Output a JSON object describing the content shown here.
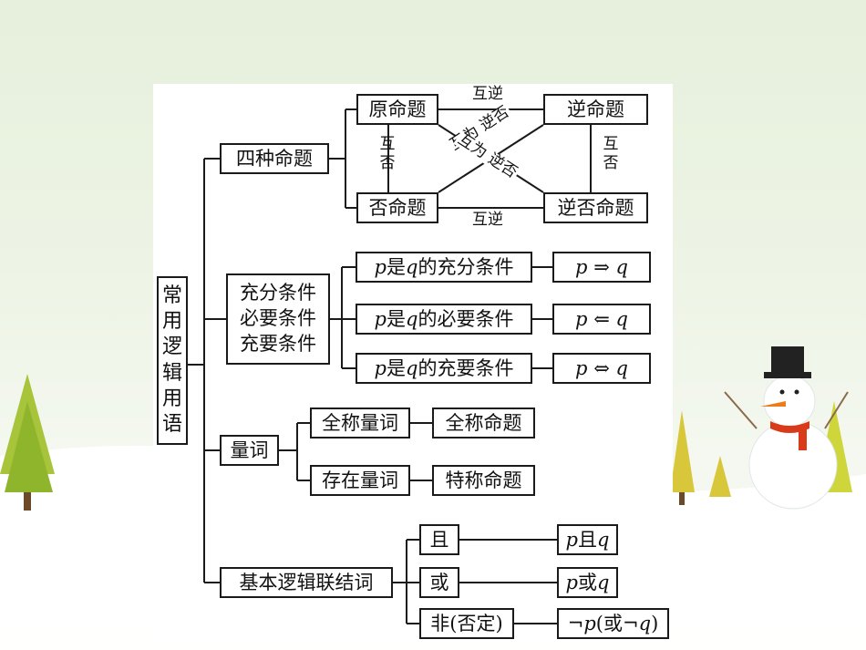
{
  "root": {
    "chars": [
      "常",
      "用",
      "逻",
      "辑",
      "用",
      "语"
    ]
  },
  "propositions": {
    "label": "四种命题",
    "original": "原命题",
    "converse": "逆命题",
    "inverse": "否命题",
    "contrapositive": "逆否命题",
    "top_relation": "互逆",
    "bottom_relation": "互逆",
    "left_relation": [
      "互",
      "否"
    ],
    "right_relation": [
      "互",
      "否"
    ],
    "diag1": "互为 逆否",
    "diag2": "互为 逆否"
  },
  "conditions": {
    "lines": [
      "充分条件",
      "必要条件",
      "充要条件"
    ],
    "items": [
      {
        "p": "p",
        "mid": "是",
        "q": "q",
        "tail": "的充分条件",
        "sym_p": "p",
        "sym": "⇒",
        "sym_q": "q"
      },
      {
        "p": "p",
        "mid": "是",
        "q": "q",
        "tail": "的必要条件",
        "sym_p": "p",
        "sym": "⇐",
        "sym_q": "q"
      },
      {
        "p": "p",
        "mid": "是",
        "q": "q",
        "tail": "的充要条件",
        "sym_p": "p",
        "sym": "⇔",
        "sym_q": "q"
      }
    ]
  },
  "quantifiers": {
    "label": "量词",
    "items": [
      {
        "name": "全称量词",
        "result": "全称命题"
      },
      {
        "name": "存在量词",
        "result": "特称命题"
      }
    ]
  },
  "connectives": {
    "label": "基本逻辑联结词",
    "and": {
      "name": "且",
      "ex_p": "p",
      "ex_op": "且",
      "ex_q": "q"
    },
    "or": {
      "name": "或",
      "ex_p": "p",
      "ex_op": "或",
      "ex_q": "q"
    },
    "not": {
      "name": "非(否定)",
      "ex_neg1": "¬",
      "ex_p": "p",
      "ex_mid": "(或",
      "ex_neg2": "¬",
      "ex_q": "q",
      "ex_end": ")"
    }
  }
}
